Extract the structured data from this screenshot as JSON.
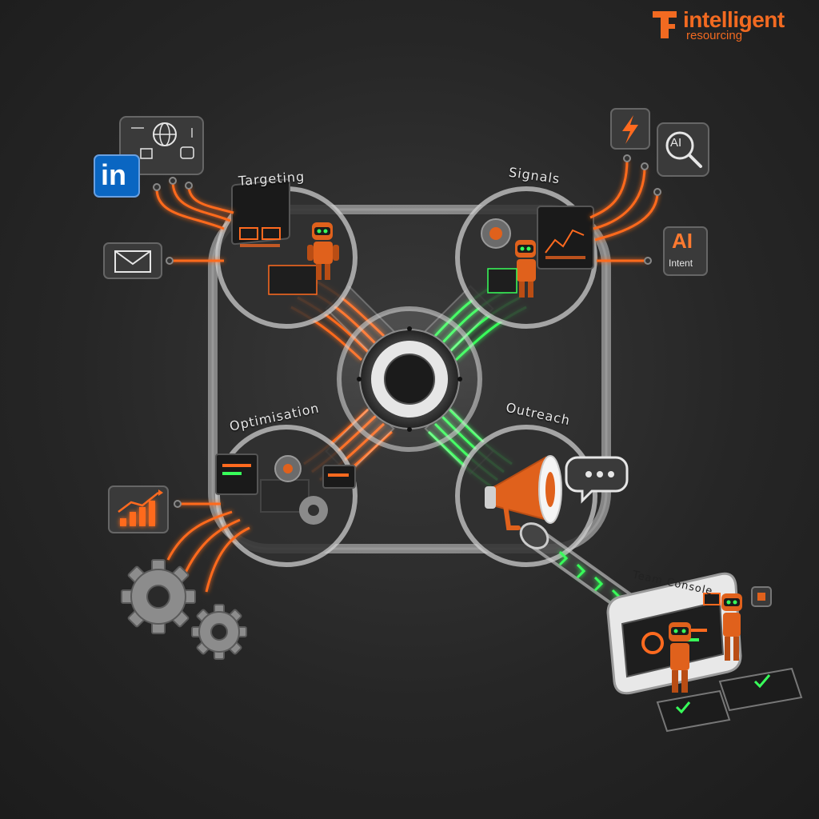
{
  "brand": {
    "line1": "intelligent",
    "line2": "resourcing",
    "color": "#f26a21"
  },
  "nodes": {
    "targeting": "Targeting",
    "signals": "Signals",
    "optimisation": "Optimisation",
    "outreach": "Outreach"
  },
  "badges": {
    "ai_search": "AI",
    "ai_intent_main": "AI",
    "ai_intent_sub": "Intent",
    "linkedin": "in"
  },
  "console": {
    "title": "Team Console"
  },
  "icons": [
    "linkedin-icon",
    "network-diagram-icon",
    "envelope-icon",
    "lightning-icon",
    "ai-search-icon",
    "ai-intent-icon",
    "growth-chart-icon",
    "gear-icon",
    "megaphone-icon",
    "speech-bubble-icon",
    "robot-icon"
  ],
  "colors": {
    "orange": "#ff6a1f",
    "green": "#38ff5a",
    "ring": "#bdbdbd",
    "background": "#262626"
  }
}
